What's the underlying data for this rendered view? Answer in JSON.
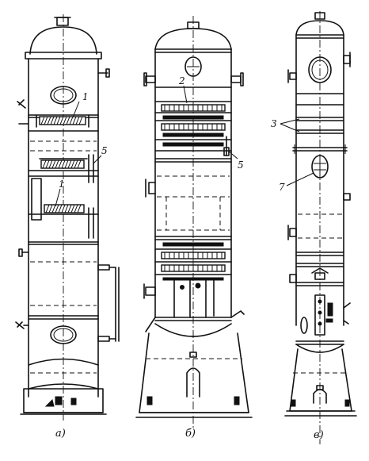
{
  "figure": {
    "captions": {
      "a": "а)",
      "b": "б)",
      "c": "в)"
    },
    "callouts": {
      "tray_1_upper": "1",
      "tray_1_lower": "1",
      "item_2": "2",
      "item_3": "3",
      "item_5_a": "5",
      "item_5_b": "5",
      "item_7": "7"
    }
  }
}
